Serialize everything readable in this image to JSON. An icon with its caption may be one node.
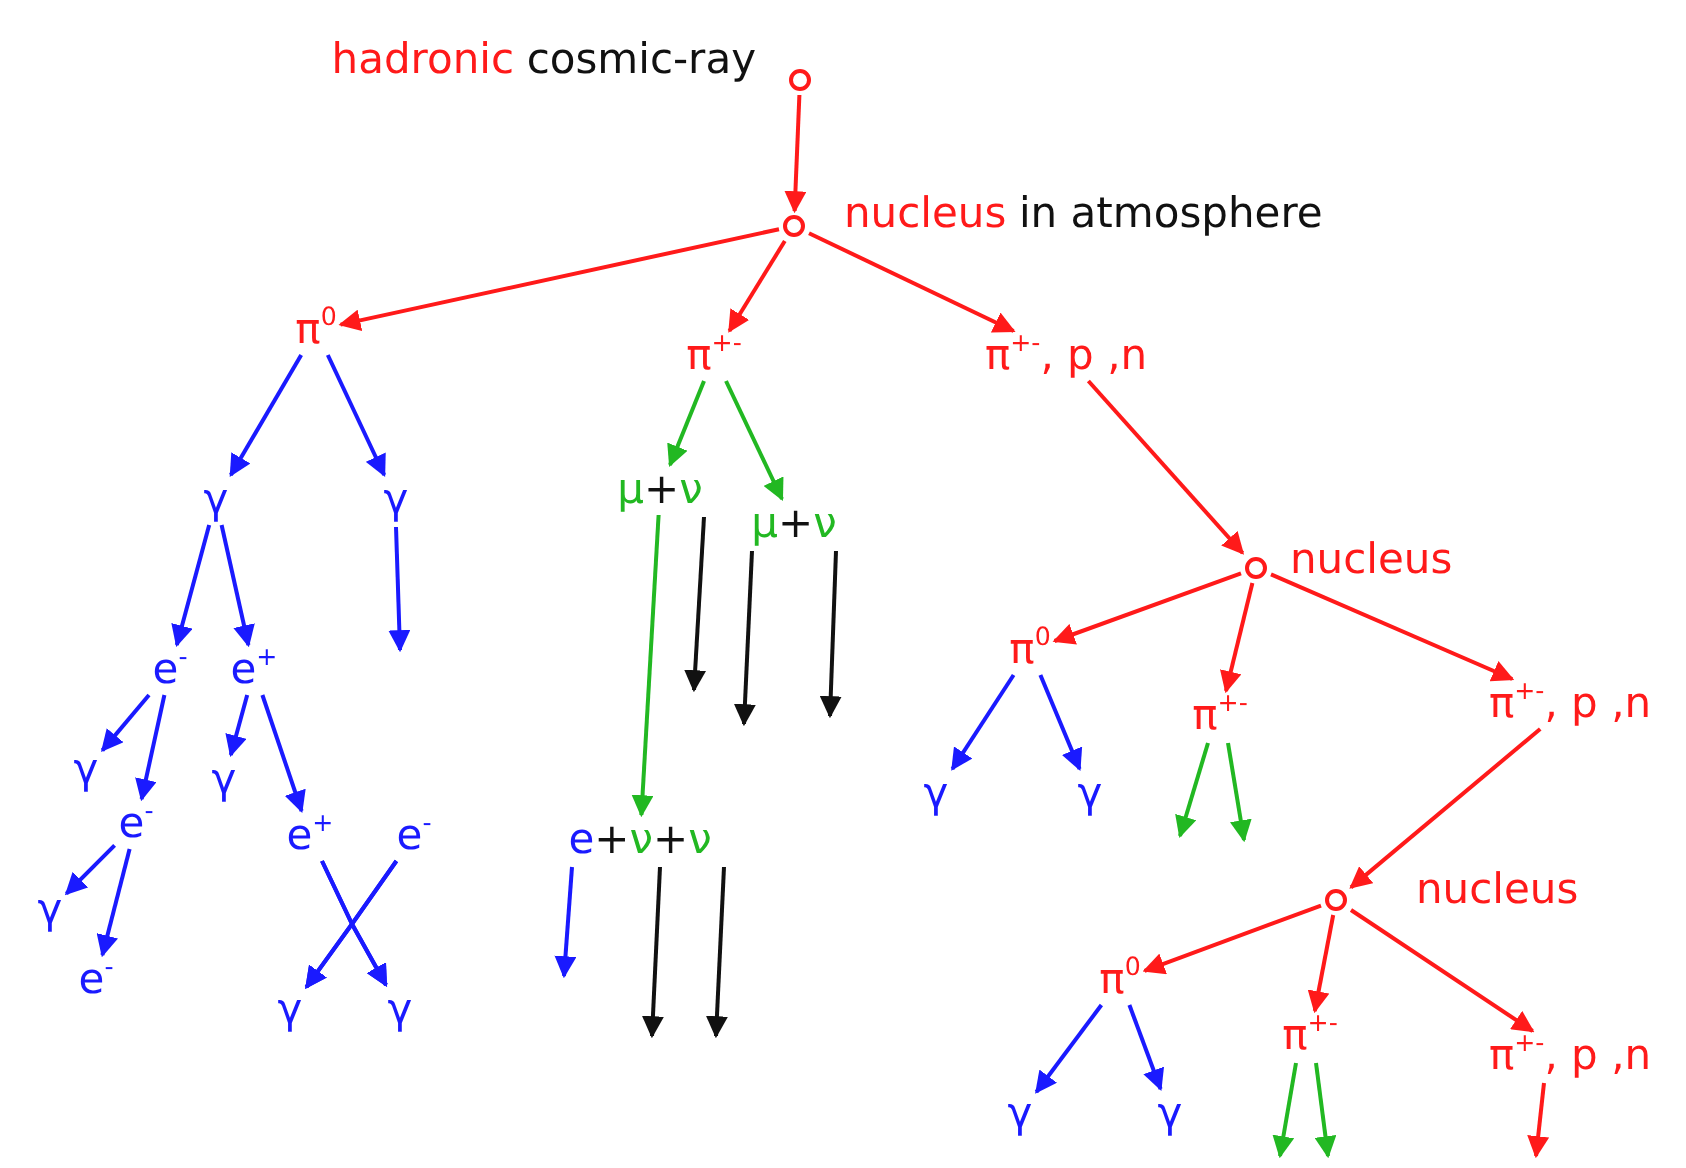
{
  "diagram": {
    "nodes": [
      {
        "text": [],
        "shape": "circle",
        "beside": [
          "hadronic",
          "cosmic-ray"
        ]
      },
      {
        "text": [],
        "shape": "circle",
        "beside": [
          "nucleus",
          "in atmosphere"
        ]
      },
      {
        "text": [
          "π$^{0}$"
        ]
      },
      {
        "text": [
          "π$^{+-}$"
        ]
      },
      {
        "text": [
          "π$^{+-}$, p ,n"
        ]
      },
      {
        "text": [
          "γ"
        ]
      },
      {
        "text": [
          "γ"
        ]
      },
      {
        "text": [
          "μ",
          "+",
          "ν"
        ]
      },
      {
        "text": [
          "μ",
          "+",
          "ν"
        ]
      },
      {
        "text": [],
        "shape": "circle",
        "beside": [
          "nucleus"
        ]
      },
      {
        "text": [
          "e$^{-}$"
        ]
      },
      {
        "text": [
          "e$^{+}$"
        ]
      },
      {
        "text": [
          "π$^{0}$"
        ]
      },
      {
        "text": [
          "π$^{+-}$"
        ]
      },
      {
        "text": [
          "π$^{+-}$, p ,n"
        ]
      },
      {
        "text": [
          "γ"
        ]
      },
      {
        "text": [
          "γ"
        ]
      },
      {
        "text": [
          "e$^{-}$"
        ]
      },
      {
        "text": [
          "e$^{+}$"
        ]
      },
      {
        "text": [
          "e$^{-}$"
        ]
      },
      {
        "text": [
          "e",
          "+",
          "ν",
          "+",
          "ν"
        ]
      },
      {
        "text": [
          "γ"
        ]
      },
      {
        "text": [
          "γ"
        ]
      },
      {
        "text": [],
        "shape": "circle",
        "beside": [
          "nucleus"
        ]
      },
      {
        "text": [
          "γ"
        ]
      },
      {
        "text": [
          "e$^{-}$"
        ]
      },
      {
        "text": [
          "π$^{0}$"
        ]
      },
      {
        "text": [
          "γ"
        ]
      },
      {
        "text": [
          "γ"
        ]
      },
      {
        "text": [
          "π$^{+-}$"
        ]
      },
      {
        "text": [
          "π$^{+-}$, p ,n"
        ]
      },
      {
        "text": [
          "γ"
        ]
      },
      {
        "text": [
          "γ"
        ]
      }
    ],
    "edges": [
      {
        "from": 0,
        "to": 1,
        "arrow": "to",
        "color": "#ff1a1a"
      },
      {
        "from": 1,
        "to": 2,
        "arrow": "to",
        "color": "#ff1a1a"
      },
      {
        "from": 1,
        "to": 3,
        "arrow": "to",
        "color": "#ff1a1a"
      },
      {
        "from": 1,
        "to": 4,
        "arrow": "to",
        "color": "#ff1a1a"
      },
      {
        "from": 2,
        "to": 5,
        "arrow": "to"
      },
      {
        "from": 2,
        "to": 6,
        "arrow": "to"
      },
      {
        "from": 3,
        "to": 7,
        "arrow": "to",
        "color": "#22b822"
      },
      {
        "from": 3,
        "to": 8,
        "arrow": "to",
        "color": "#22b822"
      },
      {
        "from": 4,
        "to": 9,
        "arrow": "to",
        "color": "#ff1a1a"
      },
      {
        "from": 5,
        "to": 10,
        "arrow": "to"
      },
      {
        "from": 5,
        "to": 11,
        "arrow": "to"
      },
      {
        "from": 6,
        "to": null,
        "arrow": "to"
      },
      {
        "from": 7,
        "to": 20,
        "arrow": "to",
        "color": "#22b822"
      },
      {
        "from": 7,
        "to": null,
        "arrow": "to",
        "color": "#111111"
      },
      {
        "from": 8,
        "to": null,
        "arrow": "to",
        "color": "#111111"
      },
      {
        "from": 8,
        "to": null,
        "arrow": "to",
        "color": "#111111"
      },
      {
        "from": 9,
        "to": 12,
        "arrow": "to",
        "color": "#ff1a1a"
      },
      {
        "from": 9,
        "to": 13,
        "arrow": "to",
        "color": "#ff1a1a"
      },
      {
        "from": 9,
        "to": 14,
        "arrow": "to",
        "color": "#ff1a1a"
      },
      {
        "from": 10,
        "to": 15,
        "arrow": "to"
      },
      {
        "from": 10,
        "to": 17,
        "arrow": "to"
      },
      {
        "from": 11,
        "to": 16,
        "arrow": "to"
      },
      {
        "from": 11,
        "to": 18,
        "arrow": "to"
      },
      {
        "from": 12,
        "to": 21,
        "arrow": "to"
      },
      {
        "from": 12,
        "to": 22,
        "arrow": "to"
      },
      {
        "from": 13,
        "to": null,
        "arrow": "to",
        "color": "#22b822"
      },
      {
        "from": 13,
        "to": null,
        "arrow": "to",
        "color": "#22b822"
      },
      {
        "from": 14,
        "to": 23,
        "arrow": "to",
        "color": "#ff1a1a"
      },
      {
        "from": 17,
        "to": 24,
        "arrow": "to"
      },
      {
        "from": 17,
        "to": 25,
        "arrow": "to"
      },
      {
        "from": 18,
        "to": 27,
        "arrow": "to"
      },
      {
        "from": 18,
        "to": 28,
        "arrow": "to"
      },
      {
        "from": 19,
        "to": 27,
        "arrow": "to"
      },
      {
        "from": 19,
        "to": 28,
        "arrow": "to"
      },
      {
        "from": 20,
        "to": null,
        "arrow": "to"
      },
      {
        "from": 20,
        "to": null,
        "arrow": "to",
        "color": "#111111"
      },
      {
        "from": 20,
        "to": null,
        "arrow": "to",
        "color": "#111111"
      },
      {
        "from": 23,
        "to": 26,
        "arrow": "to",
        "color": "#ff1a1a"
      },
      {
        "from": 23,
        "to": 29,
        "arrow": "to",
        "color": "#ff1a1a"
      },
      {
        "from": 23,
        "to": 30,
        "arrow": "to",
        "color": "#ff1a1a"
      },
      {
        "from": 26,
        "to": 31,
        "arrow": "to"
      },
      {
        "from": 26,
        "to": 32,
        "arrow": "to"
      },
      {
        "from": 29,
        "to": null,
        "arrow": "to",
        "color": "#22b822"
      },
      {
        "from": 29,
        "to": null,
        "arrow": "to",
        "color": "#22b822"
      },
      {
        "from": 30,
        "to": null,
        "arrow": "to",
        "color": "#ff1a1a"
      }
    ]
  }
}
